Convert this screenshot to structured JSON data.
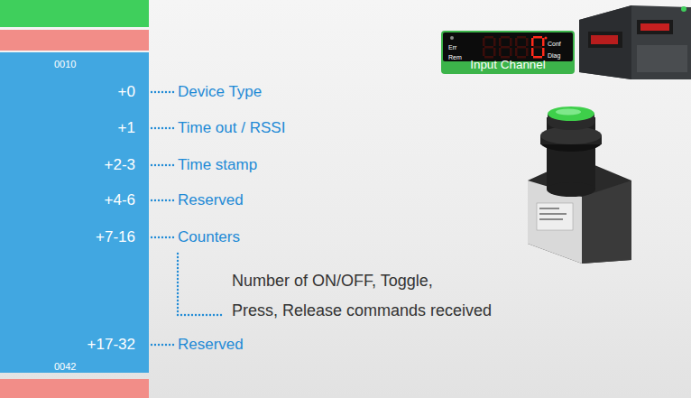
{
  "diagram": {
    "nodes": [
      {
        "text": [
          "0010",
          "+0",
          "+1",
          "+2-3",
          "+4-6",
          "+7-16",
          "+17-32",
          "0042"
        ]
      },
      {
        "text": [
          "Input Channel"
        ]
      }
    ],
    "labels": [
      "Device Type",
      "Time out / RSSI",
      "Time stamp",
      "Reserved",
      "Counters",
      "Number of ON/OFF, Toggle,",
      "Press, Release commands received",
      "Reserved",
      "Err",
      "Rem",
      "Conf",
      "Diag"
    ]
  }
}
